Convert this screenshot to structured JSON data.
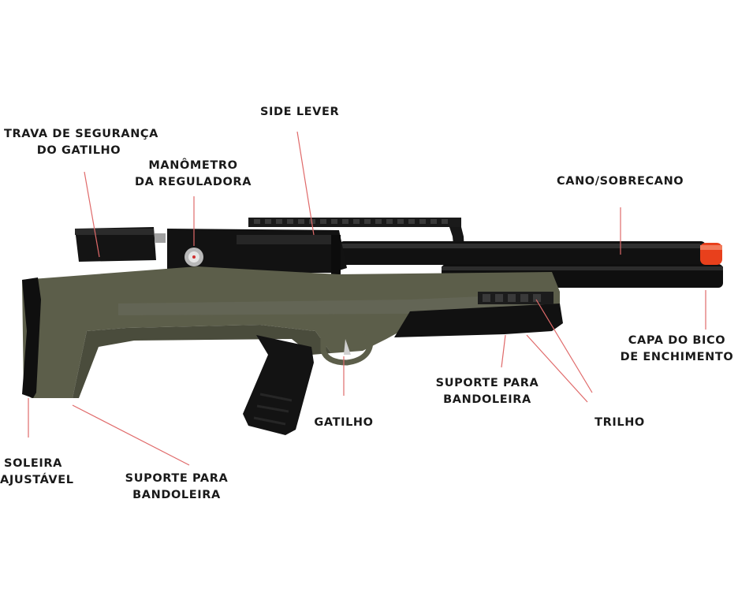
{
  "labels": {
    "side_lever": [
      "SIDE LEVER"
    ],
    "trava": [
      "TRAVA DE SEGURANÇA",
      "DO GATILHO"
    ],
    "manometro": [
      "MANÔMETRO",
      "DA REGULADORA"
    ],
    "cano": [
      "CANO/SOBRECANO"
    ],
    "capa": [
      "CAPA DO BICO",
      "DE ENCHIMENTO"
    ],
    "suporte_front": [
      "SUPORTE PARA",
      "BANDOLEIRA"
    ],
    "trilho": [
      "TRILHO"
    ],
    "gatilho": [
      "GATILHO"
    ],
    "soleira": [
      "SOLEIRA",
      "AJUSTÁVEL"
    ],
    "suporte_rear": [
      "SUPORTE PARA",
      "BANDOLEIRA"
    ]
  },
  "colors": {
    "stock": "#5c5e4a",
    "stock_dark": "#4a4c3c",
    "black": "#141414",
    "leader": "#e06a6a",
    "muzzle_cap": "#e8401c"
  }
}
